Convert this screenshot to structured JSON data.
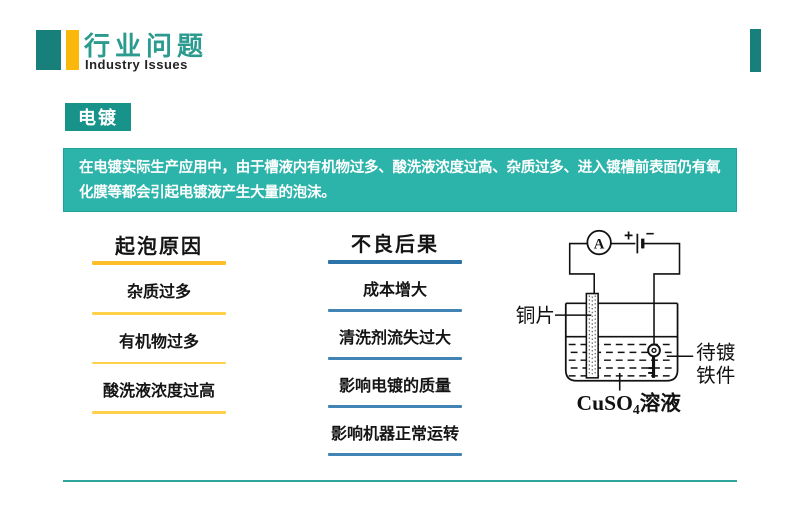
{
  "header": {
    "title": "行业问题",
    "subtitle": "Industry Issues"
  },
  "section_tag": "电镀",
  "banner": {
    "lines": [
      "在电镀实际生产应用中，由于槽液内有机物过多、酸洗液浓度过高、杂质过多、进入镀槽前表面仍有氧",
      "化膜等都会引起电镀液产生大量的泡沫。"
    ]
  },
  "causes": {
    "title": "起泡原因",
    "items": [
      "杂质过多",
      "有机物过多",
      "酸洗液浓度过高"
    ]
  },
  "consequences": {
    "title": "不良后果",
    "items": [
      "成本增大",
      "清洗剂流失过大",
      "影响电镀的质量",
      "影响机器正常运转"
    ]
  },
  "diagram": {
    "ammeter_label": "A",
    "battery_plus": "+",
    "battery_minus": "−",
    "anode_label": "铜片",
    "cathode_label_line1": "待镀",
    "cathode_label_line2": "铁件",
    "solution_formula": "CuSO",
    "solution_subscript": "4",
    "solution_suffix": "溶液"
  },
  "colors": {
    "dark_teal": "#17807a",
    "teal_banner": "#2cb4ab",
    "tag_teal": "#18938a",
    "title_teal": "#2b9a8f",
    "accent_yellow_thick": "#ffbf2b",
    "accent_yellow_thin": "#ffd04a",
    "accent_blue_thick": "#2c73a7",
    "accent_blue_thin": "#4285b5",
    "gold_rect": "#f9b80a",
    "bottom_rule": "#2fa49b"
  }
}
